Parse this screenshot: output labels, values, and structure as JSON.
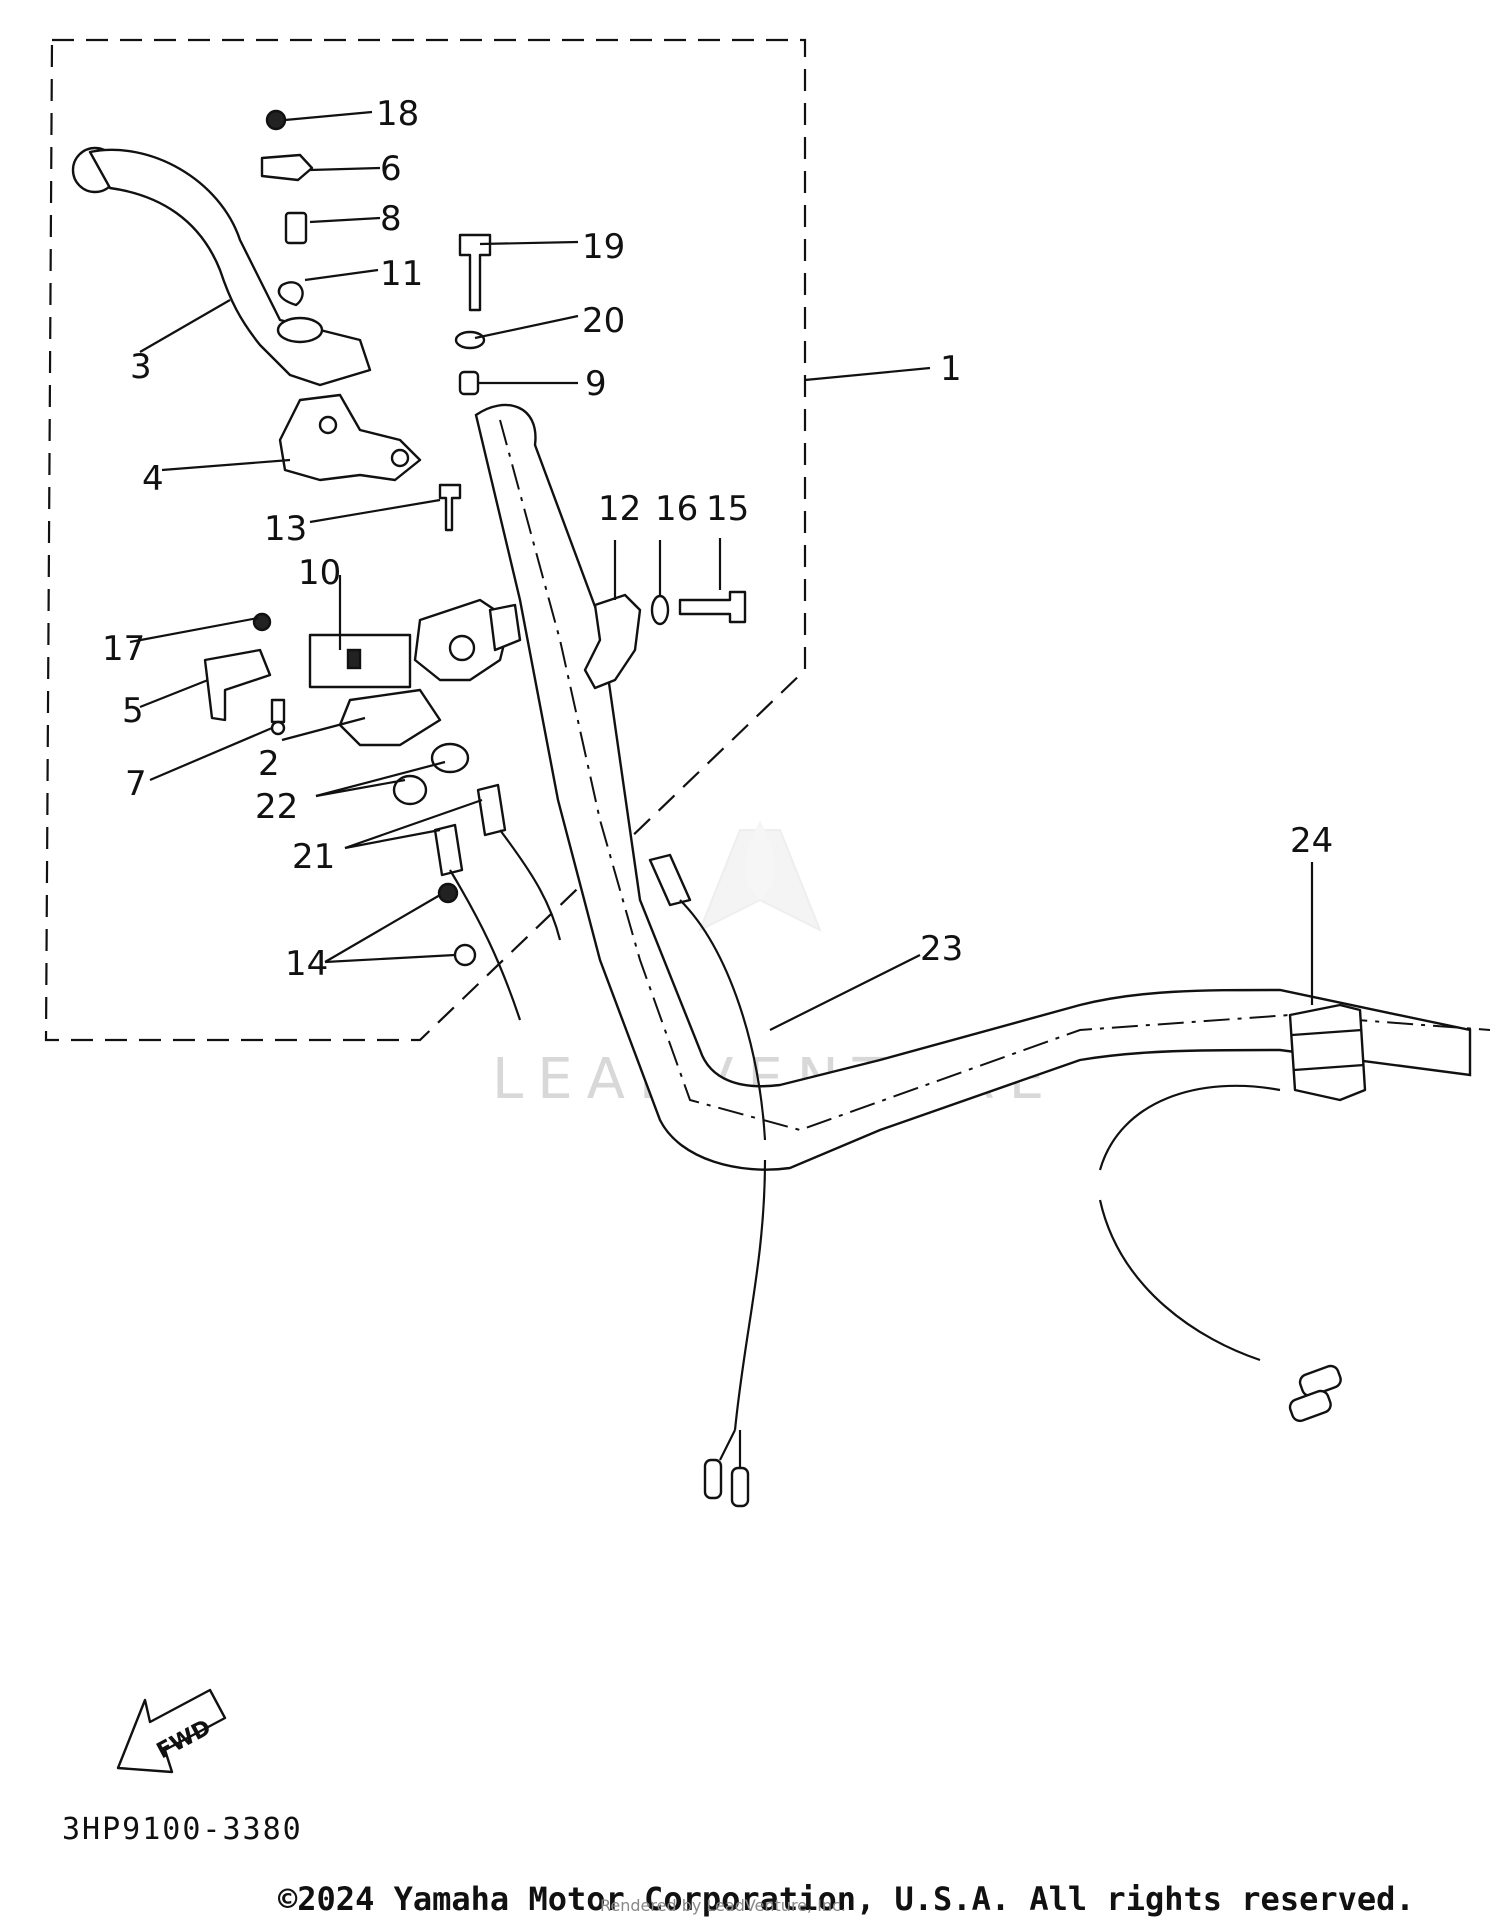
{
  "callouts": [
    {
      "id": "1",
      "label": "1"
    },
    {
      "id": "2",
      "label": "2"
    },
    {
      "id": "3",
      "label": "3"
    },
    {
      "id": "4",
      "label": "4"
    },
    {
      "id": "5",
      "label": "5"
    },
    {
      "id": "6",
      "label": "6"
    },
    {
      "id": "7",
      "label": "7"
    },
    {
      "id": "8",
      "label": "8"
    },
    {
      "id": "9",
      "label": "9"
    },
    {
      "id": "10",
      "label": "10"
    },
    {
      "id": "11",
      "label": "11"
    },
    {
      "id": "12",
      "label": "12"
    },
    {
      "id": "13",
      "label": "13"
    },
    {
      "id": "14",
      "label": "14"
    },
    {
      "id": "15",
      "label": "15"
    },
    {
      "id": "16",
      "label": "16"
    },
    {
      "id": "17",
      "label": "17"
    },
    {
      "id": "18",
      "label": "18"
    },
    {
      "id": "19",
      "label": "19"
    },
    {
      "id": "20",
      "label": "20"
    },
    {
      "id": "21",
      "label": "21"
    },
    {
      "id": "22",
      "label": "22"
    },
    {
      "id": "23",
      "label": "23"
    },
    {
      "id": "24",
      "label": "24"
    }
  ],
  "fwd_label": "FWD",
  "watermark": "LEADVENTURE",
  "doc_code": "3HP9100-3380",
  "copyright": "©2024 Yamaha Motor Corporation, U.S.A. All rights reserved.",
  "rendered_by": "Rendered by LeadVenture, Inc."
}
